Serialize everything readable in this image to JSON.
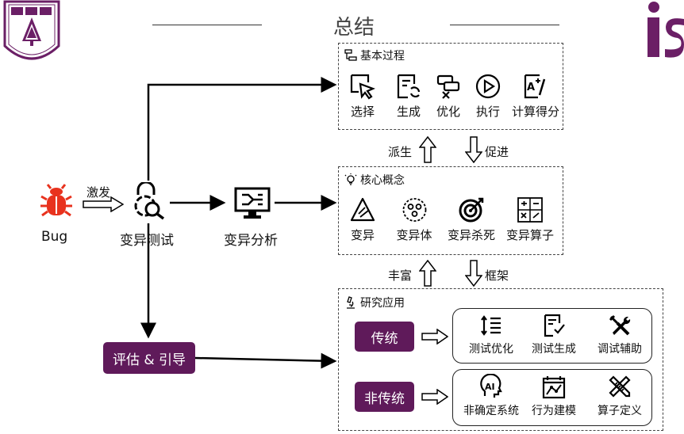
{
  "title": "总结",
  "bug_label": "Bug",
  "trigger_label": "激发",
  "mutation_testing": "变异测试",
  "mutation_analysis": "变异分析",
  "eval_guide": "评估 & 引导",
  "derive_label": "派生",
  "promote_label": "促进",
  "enrich_label": "丰富",
  "framework_label": "框架",
  "basic_process": {
    "title": "基本过程",
    "items": [
      "选择",
      "生成",
      "优化",
      "执行",
      "计算得分"
    ]
  },
  "core_concepts": {
    "title": "核心概念",
    "items": [
      "变异",
      "变异体",
      "变异杀死",
      "变异算子"
    ]
  },
  "research": {
    "title": "研究应用",
    "traditional": "传统",
    "traditional_items": [
      "测试优化",
      "测试生成",
      "调试辅助"
    ],
    "nontraditional": "非传统",
    "nontraditional_items": [
      "非确定系统",
      "行为建模",
      "算子定义"
    ]
  },
  "colors": {
    "accent": "#5f1a5a",
    "bug_red": "#e8321e",
    "logo_purple": "#6b1f66"
  }
}
